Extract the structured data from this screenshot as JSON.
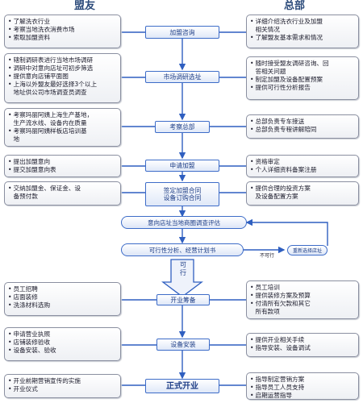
{
  "headers": {
    "left": "盟友",
    "right": "总部"
  },
  "left_boxes": [
    [
      "了解洗衣行业",
      "考察当地洗衣消费市场",
      "索取加盟资料"
    ],
    [
      "辖制调研表进行当地市场调研",
      "调研中对意向店址可初步筛选",
      "提供意向店铺平面图",
      "上海以外盟友最好选择3个以上",
      "地址供公司市场调查员调查"
    ],
    [
      "考察玛丽阿姨上海生产基地，",
      "生产流水线、设备内在质量",
      "考察玛丽阿姨样板店培训基",
      "地"
    ],
    [
      "提出加盟意向",
      "提交加盟意向表"
    ],
    [
      "交纳加盟金、保证金、设",
      "备预付款"
    ],
    [
      "员工招聘",
      "店面装修",
      "洗涤材料选购"
    ],
    [
      "申请营业执照",
      "店铺装修验收",
      "设备安装、验收"
    ],
    [
      "开业前期营销宣传的实施",
      "开业仪式"
    ]
  ],
  "right_boxes": [
    [
      "详细介绍洗衣行业及加盟",
      "相关情况",
      "了解盟友基本需求和情况"
    ],
    [
      "随时接受盟友调研咨询、回",
      "答相关问题",
      "制定加盟及设备配置预案",
      "提供可行性分析报告"
    ],
    [
      "总部负责专车接送",
      "总部负责专程讲解陪同"
    ],
    [
      "资格审定",
      "个人详细资料备案注册"
    ],
    [
      "提供合理的投资方案",
      "及设备配置方案"
    ],
    [
      "员工培训",
      "提供装修方案及预算",
      "付清所有欠款和其它",
      "所有款项"
    ],
    [
      "提供开业相关手续",
      "指导安装、设备调试"
    ],
    [
      "指导制定营销方案",
      "指导员工人员支持",
      "启期运营指导"
    ]
  ],
  "steps": [
    "加盟咨询",
    "市场调研选址",
    "考察总部",
    "申请加盟",
    "签定加盟合同|设备订购合同",
    "意向店址当地商圈调查评估",
    "可行性分析、经营计划书",
    "开业筹备",
    "设备安装",
    "正式开业"
  ],
  "labels": {
    "feasible": "可|行",
    "not_feasible": "不可行",
    "reselect": "重新选择店址"
  },
  "colors": {
    "arrow": "#2f5fc0",
    "node_border": "#3d6cc8",
    "box_border": "#8a8fa0",
    "header": "#2b4a7a"
  }
}
